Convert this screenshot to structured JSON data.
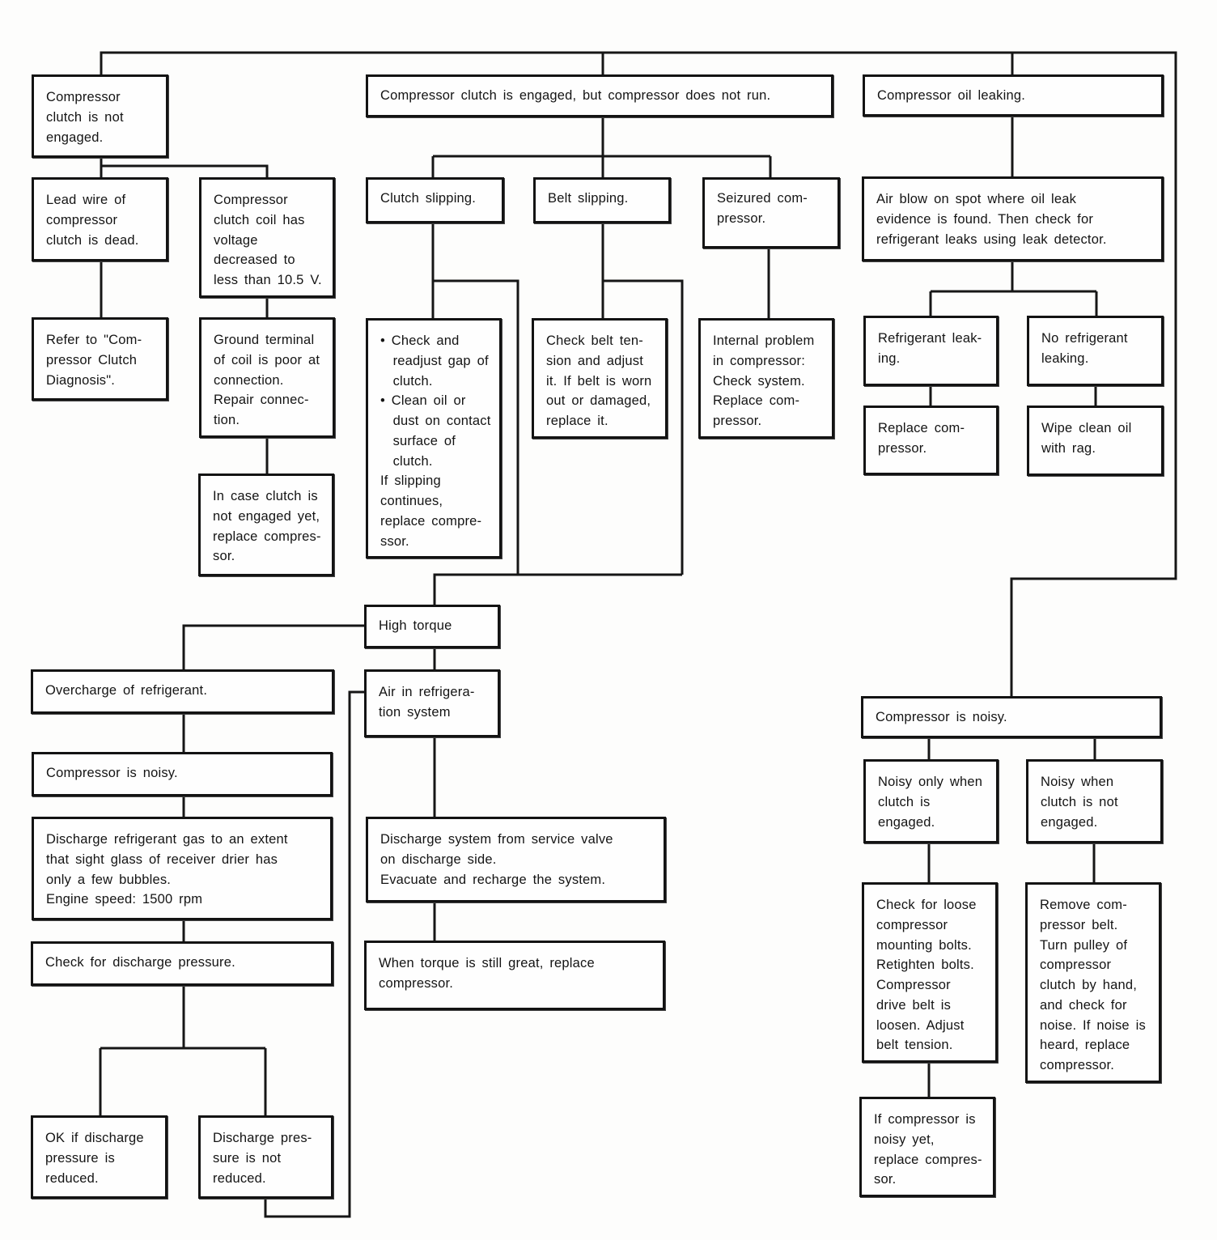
{
  "diagram": {
    "nodes": [
      {
        "id": "clutch-not-engaged",
        "text": "Compressor\nclutch is not\nengaged."
      },
      {
        "id": "engaged-not-run",
        "text": "Compressor clutch is engaged, but compressor does not run."
      },
      {
        "id": "oil-leaking",
        "text": "Compressor oil leaking."
      },
      {
        "id": "lead-wire-dead",
        "text": "Lead wire of\ncompressor\nclutch is dead."
      },
      {
        "id": "coil-voltage-low",
        "text": "Compressor\nclutch coil has\nvoltage\ndecreased to\nless than 10.5 V."
      },
      {
        "id": "refer-diagnosis",
        "text": "Refer to \"Com-\npressor Clutch\nDiagnosis\"."
      },
      {
        "id": "ground-terminal",
        "text": "Ground terminal\nof coil is poor at\nconnection.\nRepair connec-\ntion."
      },
      {
        "id": "replace-if-not-engaged",
        "text": "In case clutch is\nnot engaged yet,\nreplace compres-\nsor."
      },
      {
        "id": "clutch-slipping",
        "text": "Clutch slipping."
      },
      {
        "id": "belt-slipping",
        "text": "Belt slipping."
      },
      {
        "id": "seizured-compressor",
        "text": "Seizured com-\npressor."
      },
      {
        "id": "check-readjust-gap",
        "text": "• Check and\n  readjust gap of\n  clutch.\n• Clean oil or\n  dust on contact\n  surface of\n  clutch.\nIf slipping\ncontinues,\nreplace compre-\nssor."
      },
      {
        "id": "check-belt-tension",
        "text": "Check belt ten-\nsion and adjust\nit. If belt is worn\nout or damaged,\nreplace it."
      },
      {
        "id": "internal-problem",
        "text": "Internal problem\nin compressor:\nCheck system.\nReplace com-\npressor."
      },
      {
        "id": "air-blow-spot",
        "text": "Air blow on spot where oil leak\nevidence is found. Then check for\nrefrigerant leaks using leak detector."
      },
      {
        "id": "refrigerant-leaking",
        "text": "Refrigerant leak-\ning."
      },
      {
        "id": "no-refrigerant-leaking",
        "text": "No refrigerant\nleaking."
      },
      {
        "id": "replace-compressor",
        "text": "Replace com-\npressor."
      },
      {
        "id": "wipe-clean-oil",
        "text": "Wipe clean oil\nwith rag."
      },
      {
        "id": "high-torque",
        "text": "High torque"
      },
      {
        "id": "overcharge-refrigerant",
        "text": "Overcharge of refrigerant."
      },
      {
        "id": "air-in-system",
        "text": "Air in refrigera-\ntion system"
      },
      {
        "id": "compressor-noisy-left",
        "text": "Compressor is noisy."
      },
      {
        "id": "discharge-refrigerant-gas",
        "text": "Discharge refrigerant gas to an extent\nthat sight glass of receiver drier has\nonly a few bubbles.\nEngine speed: 1500 rpm"
      },
      {
        "id": "check-discharge-pressure",
        "text": "Check for discharge pressure."
      },
      {
        "id": "discharge-service-valve",
        "text": "Discharge system from service valve\non discharge side.\nEvacuate and recharge the system."
      },
      {
        "id": "torque-still-great",
        "text": "When torque is still great, replace\ncompressor."
      },
      {
        "id": "ok-pressure-reduced",
        "text": "OK if discharge\npressure is\nreduced."
      },
      {
        "id": "pressure-not-reduced",
        "text": "Discharge pres-\nsure is not\nreduced."
      },
      {
        "id": "compressor-noisy-right",
        "text": "Compressor is noisy."
      },
      {
        "id": "noisy-clutch-engaged",
        "text": "Noisy only when\nclutch is\nengaged."
      },
      {
        "id": "noisy-clutch-not-engaged",
        "text": "Noisy when\nclutch is not\nengaged."
      },
      {
        "id": "check-loose-bolts",
        "text": "Check for loose\ncompressor\nmounting bolts.\nRetighten bolts.\nCompressor\ndrive belt is\nloosen. Adjust\nbelt tension."
      },
      {
        "id": "remove-belt-turn-pulley",
        "text": "Remove com-\npressor belt.\nTurn pulley of\ncompressor\nclutch by hand,\nand check for\nnoise. If noise is\nheard, replace\ncompressor."
      },
      {
        "id": "replace-if-noisy-yet",
        "text": "If compressor is\nnoisy yet,\nreplace compres-\nsor."
      }
    ],
    "edges": [
      [
        "top-rail",
        "clutch-not-engaged"
      ],
      [
        "top-rail",
        "engaged-not-run"
      ],
      [
        "top-rail",
        "oil-leaking"
      ],
      [
        "top-rail",
        "compressor-noisy-right"
      ],
      [
        "clutch-not-engaged",
        "lead-wire-dead"
      ],
      [
        "clutch-not-engaged",
        "coil-voltage-low"
      ],
      [
        "lead-wire-dead",
        "refer-diagnosis"
      ],
      [
        "coil-voltage-low",
        "ground-terminal"
      ],
      [
        "ground-terminal",
        "replace-if-not-engaged"
      ],
      [
        "engaged-not-run",
        "clutch-slipping"
      ],
      [
        "engaged-not-run",
        "belt-slipping"
      ],
      [
        "engaged-not-run",
        "seizured-compressor"
      ],
      [
        "clutch-slipping",
        "check-readjust-gap"
      ],
      [
        "clutch-slipping",
        "high-torque"
      ],
      [
        "belt-slipping",
        "check-belt-tension"
      ],
      [
        "belt-slipping",
        "high-torque"
      ],
      [
        "seizured-compressor",
        "internal-problem"
      ],
      [
        "oil-leaking",
        "air-blow-spot"
      ],
      [
        "air-blow-spot",
        "refrigerant-leaking"
      ],
      [
        "air-blow-spot",
        "no-refrigerant-leaking"
      ],
      [
        "refrigerant-leaking",
        "replace-compressor"
      ],
      [
        "no-refrigerant-leaking",
        "wipe-clean-oil"
      ],
      [
        "high-torque",
        "overcharge-refrigerant"
      ],
      [
        "high-torque",
        "air-in-system"
      ],
      [
        "overcharge-refrigerant",
        "compressor-noisy-left"
      ],
      [
        "compressor-noisy-left",
        "discharge-refrigerant-gas"
      ],
      [
        "discharge-refrigerant-gas",
        "check-discharge-pressure"
      ],
      [
        "check-discharge-pressure",
        "ok-pressure-reduced"
      ],
      [
        "check-discharge-pressure",
        "pressure-not-reduced"
      ],
      [
        "pressure-not-reduced",
        "air-in-system"
      ],
      [
        "air-in-system",
        "discharge-service-valve"
      ],
      [
        "discharge-service-valve",
        "torque-still-great"
      ],
      [
        "compressor-noisy-right",
        "noisy-clutch-engaged"
      ],
      [
        "compressor-noisy-right",
        "noisy-clutch-not-engaged"
      ],
      [
        "noisy-clutch-engaged",
        "check-loose-bolts"
      ],
      [
        "check-loose-bolts",
        "replace-if-noisy-yet"
      ],
      [
        "noisy-clutch-not-engaged",
        "remove-belt-turn-pulley"
      ]
    ]
  }
}
